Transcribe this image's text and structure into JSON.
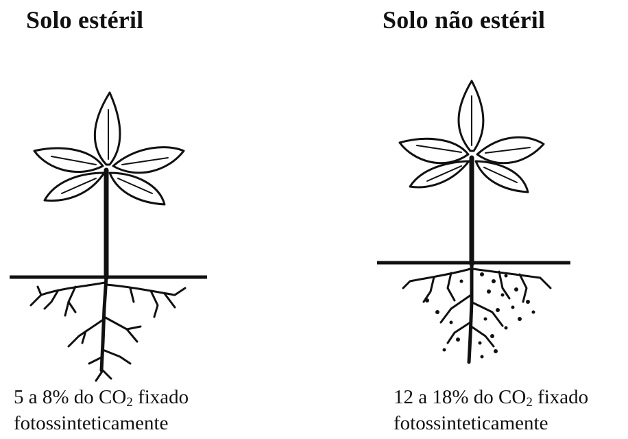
{
  "panels": [
    {
      "title": "Solo estéril",
      "caption": {
        "prefix": "5 a 8% do CO",
        "subscript": "2",
        "suffix": " fixado",
        "line2": "fotossinteticamente"
      }
    },
    {
      "title": "Solo não estéril",
      "caption": {
        "prefix": "12 a 18% do CO",
        "subscript": "2",
        "suffix": " fixado",
        "line2": "fotossinteticamente"
      }
    }
  ]
}
